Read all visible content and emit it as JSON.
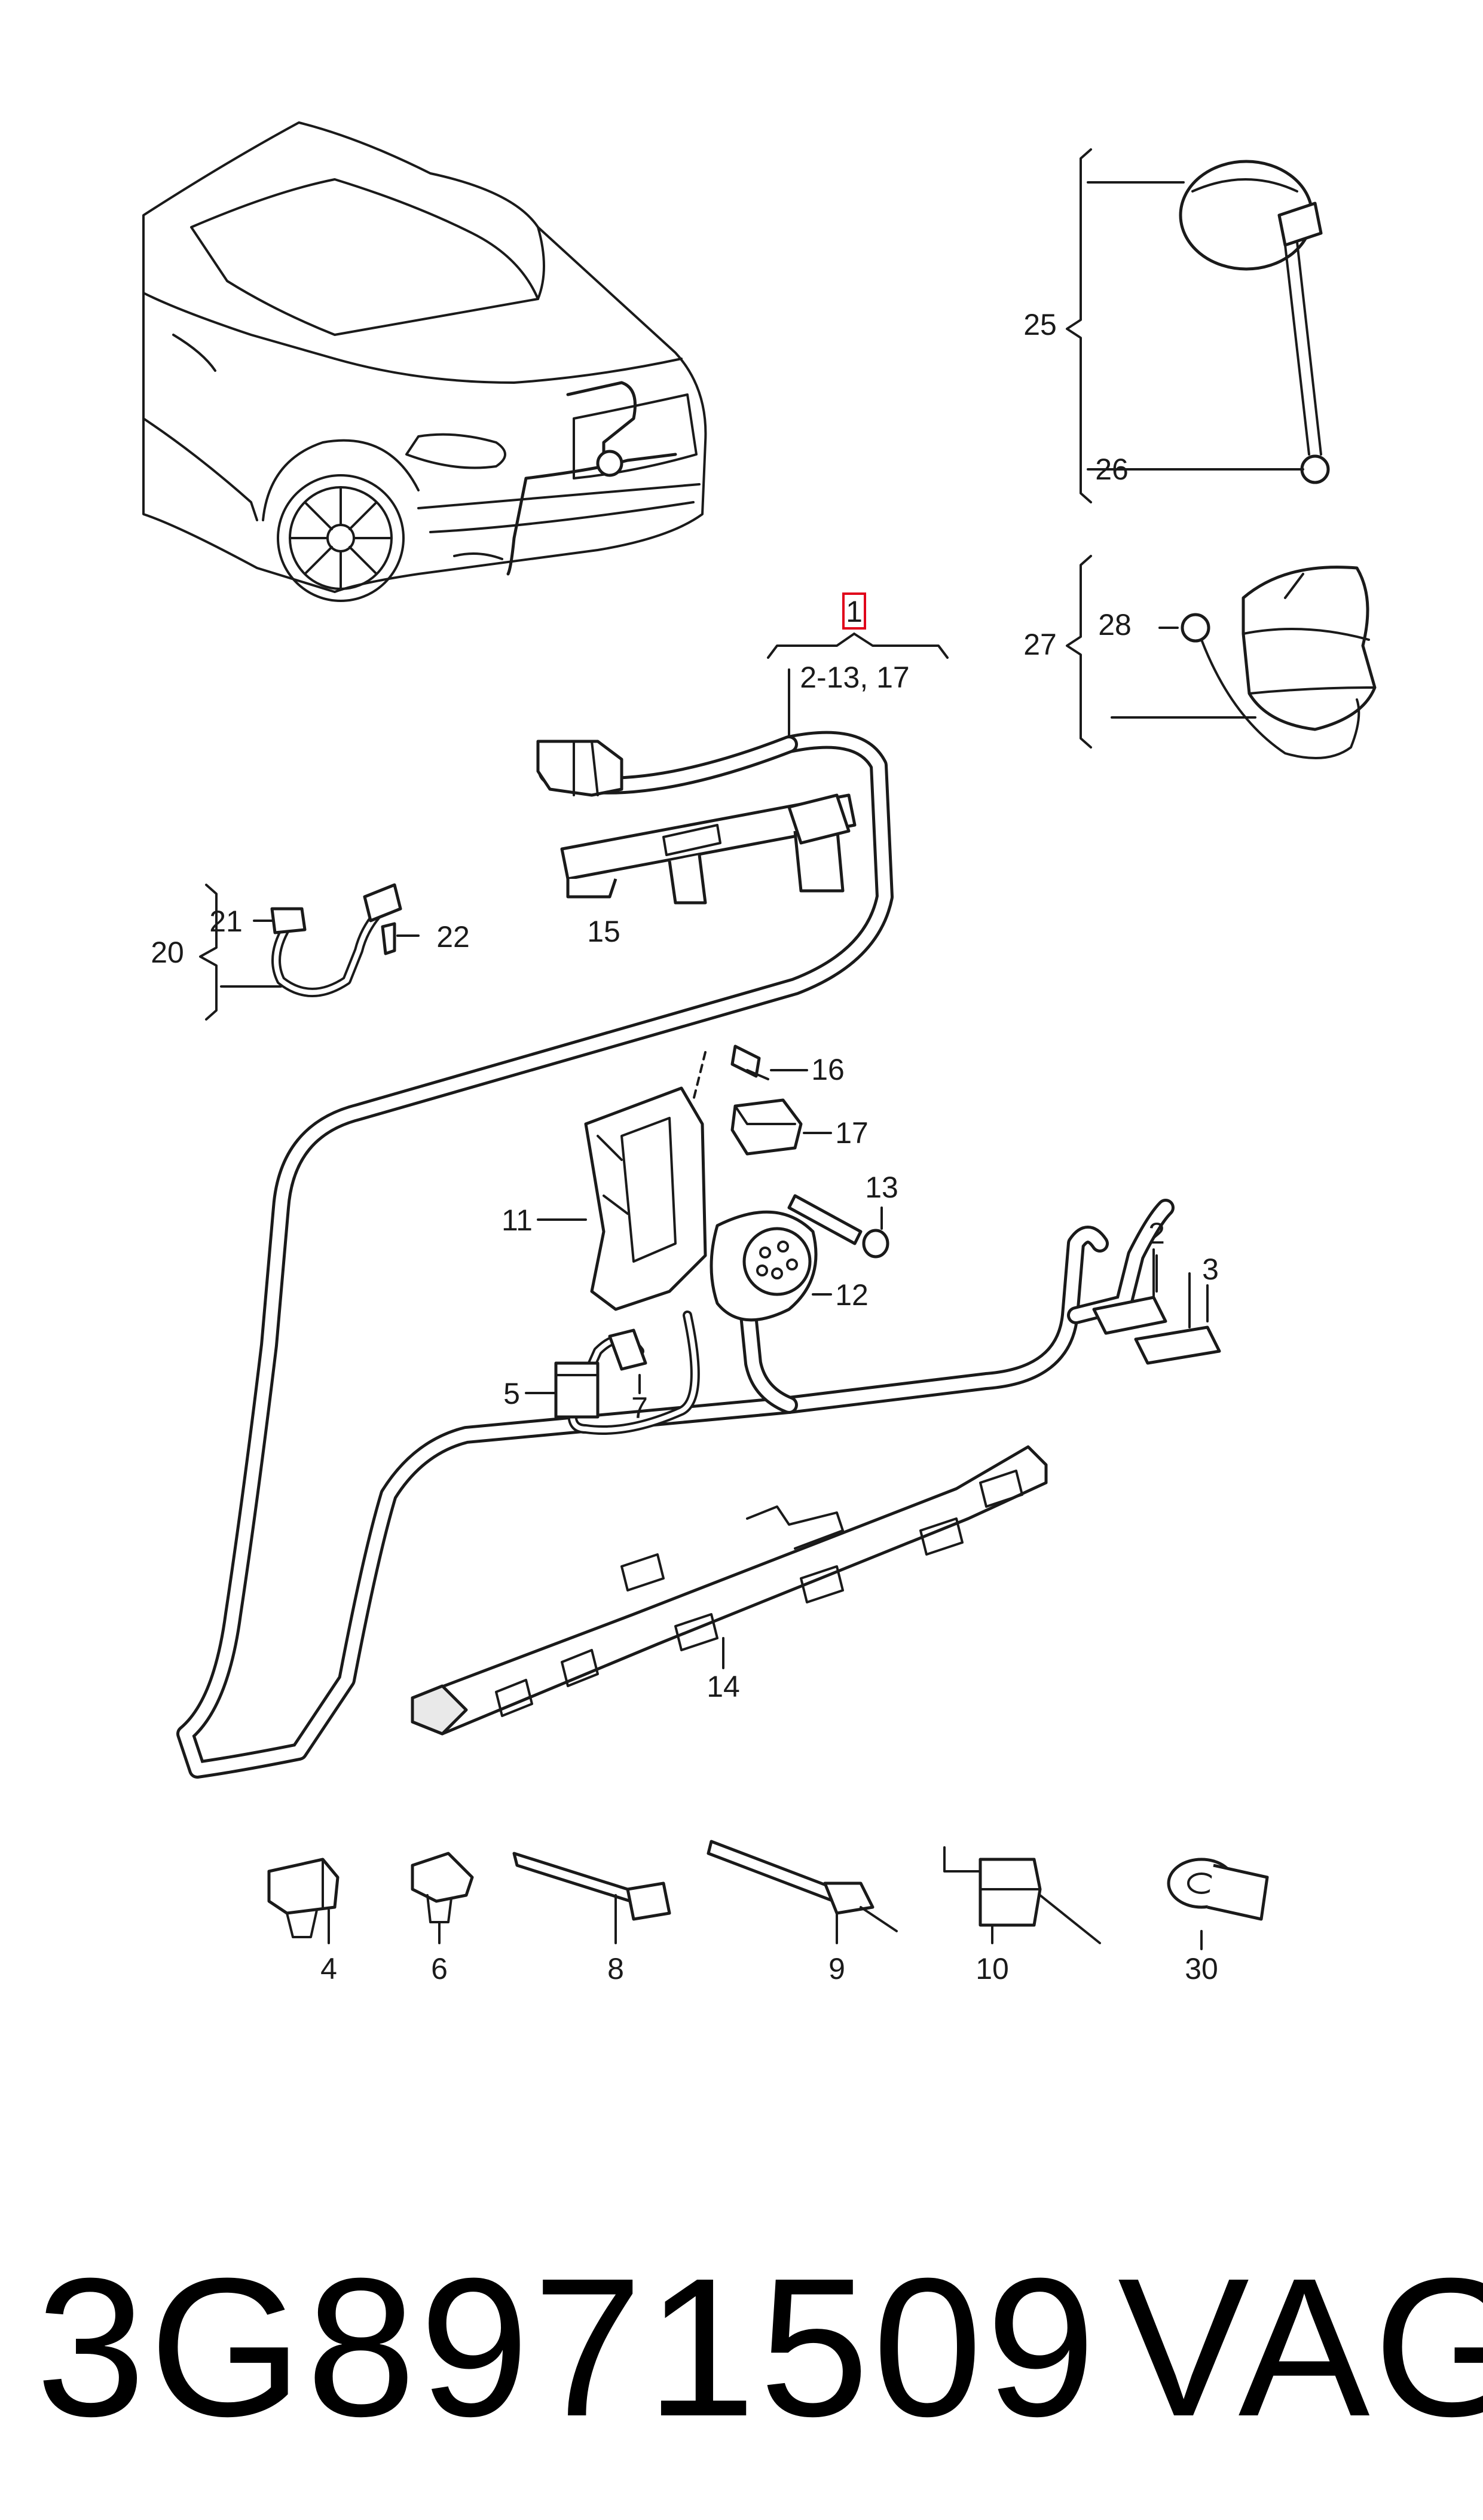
{
  "diagram": {
    "callouts": {
      "c1": "1",
      "c1_range": "2-13, 17",
      "c2": "2",
      "c3": "3",
      "c4": "4",
      "c5": "5",
      "c6": "6",
      "c7": "7",
      "c8": "8",
      "c9": "9",
      "c10": "10",
      "c11": "11",
      "c12": "12",
      "c13": "13",
      "c14": "14",
      "c15": "15",
      "c16": "16",
      "c17": "17",
      "c20": "20",
      "c21": "21",
      "c22": "22",
      "c25": "25",
      "c26": "26",
      "c27": "27",
      "c28": "28",
      "c30": "30"
    },
    "highlight_color": "#e0001a"
  },
  "footer": {
    "part_number": "3G8971509",
    "brand": "VAG"
  }
}
